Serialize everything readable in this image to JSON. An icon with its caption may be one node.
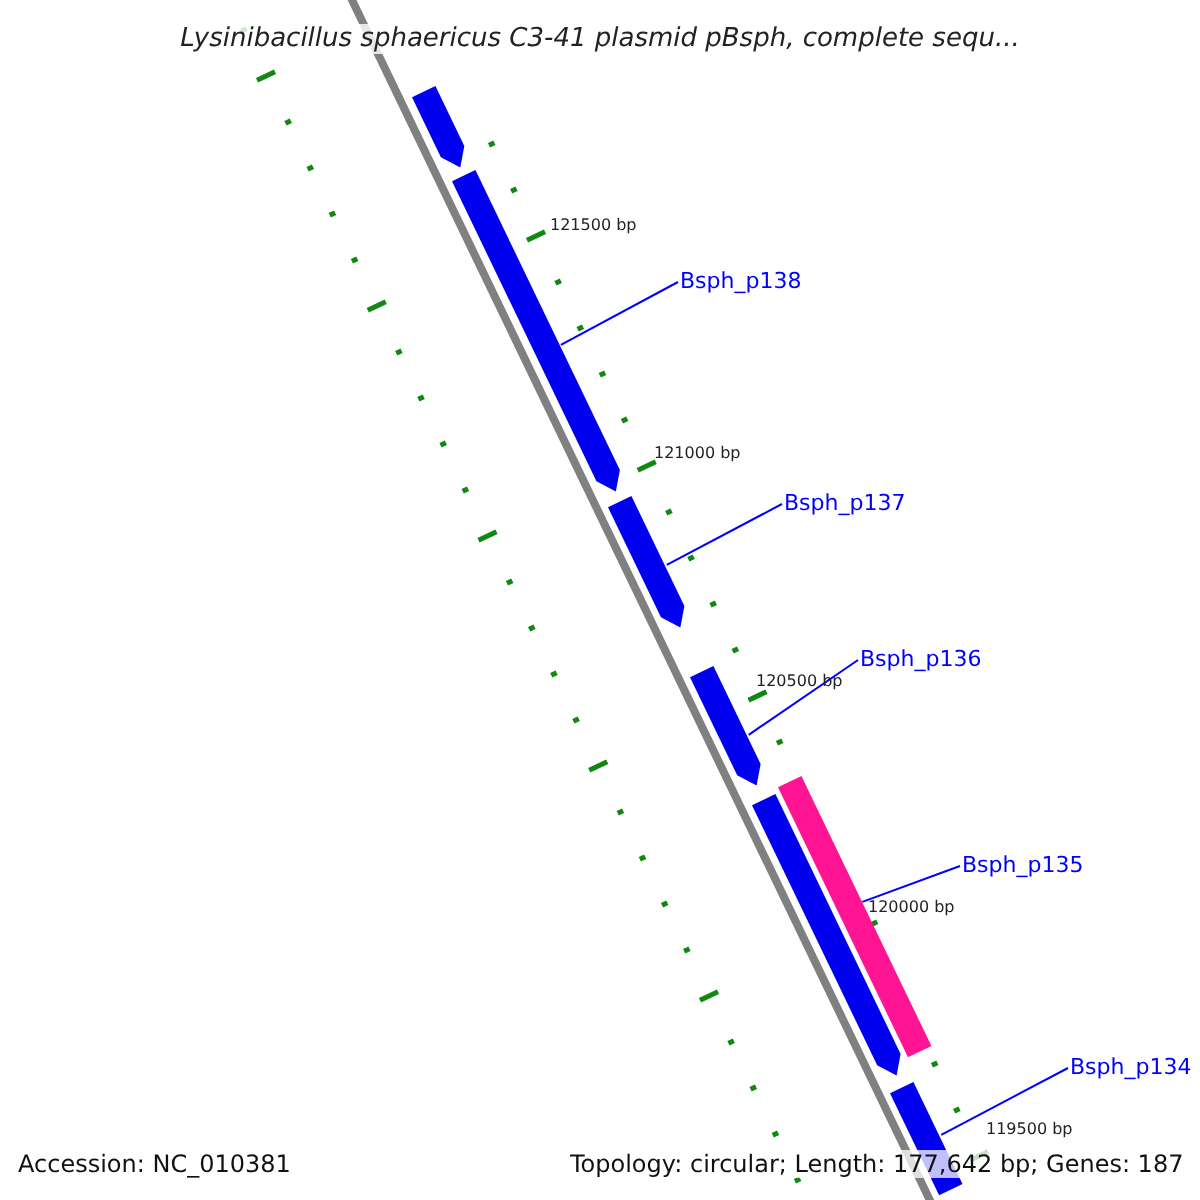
{
  "diagram": {
    "title": "Lysinibacillus sphaericus C3-41 plasmid pBsph, complete sequ...",
    "nodes": [
      {
        "text": [],
        "shape": "arrow"
      },
      {
        "text": [
          "Bsph_p138"
        ]
      },
      {
        "text": [],
        "shape": "arrow"
      },
      {
        "text": [
          "Bsph_p137"
        ]
      },
      {
        "text": [],
        "shape": "arrow"
      },
      {
        "text": [
          "Bsph_p136"
        ]
      },
      {
        "text": [],
        "shape": "arrow"
      },
      {
        "text": [
          "Bsph_p135"
        ]
      },
      {
        "text": [],
        "shape": "bar"
      },
      {
        "text": [],
        "shape": "arrow"
      },
      {
        "text": [
          "Bsph_p134"
        ]
      },
      {
        "text": [],
        "shape": "arrow"
      }
    ],
    "edges": [
      {
        "from": 1,
        "to": 2,
        "arrow": "none"
      },
      {
        "from": 3,
        "to": 4,
        "arrow": "none"
      },
      {
        "from": 5,
        "to": 6,
        "arrow": "none"
      },
      {
        "from": 7,
        "to": 8,
        "arrow": "none"
      },
      {
        "from": 10,
        "to": 11,
        "arrow": "none"
      }
    ],
    "labels": [
      "121500 bp",
      "121000 bp",
      "120500 bp",
      "120000 bp",
      "119500 bp",
      "Accession: NC_010381",
      "Topology: circular; Length: 177,642 bp; Genes: 187"
    ]
  }
}
